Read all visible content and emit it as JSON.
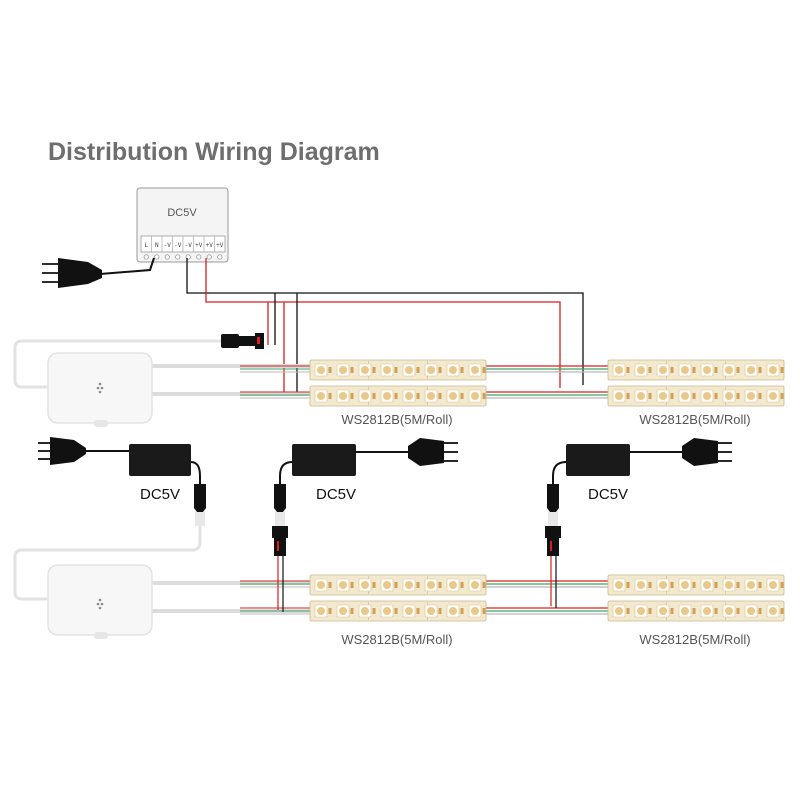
{
  "title": "Distribution Wiring Diagram",
  "power_supply": {
    "label": "DC5V",
    "terminals": [
      "L",
      "N",
      "-V",
      "-V",
      "-V",
      "+V",
      "+V",
      "+V"
    ]
  },
  "adapters": [
    {
      "label": "DC5V"
    },
    {
      "label": "DC5V"
    },
    {
      "label": "DC5V"
    }
  ],
  "strips": [
    {
      "label": "WS2812B(5M/Roll)"
    },
    {
      "label": "WS2812B(5M/Roll)"
    },
    {
      "label": "WS2812B(5M/Roll)"
    },
    {
      "label": "WS2812B(5M/Roll)"
    }
  ],
  "colors": {
    "title": "#6e6e6e",
    "wire_red": "#d62020",
    "wire_black": "#111111",
    "wire_green": "#3aa66a",
    "strip_body": "#f3e9cf",
    "led": "#e9c98a",
    "adapter": "#1a1a1a"
  },
  "icons": [
    "plug-icon",
    "adapter-icon",
    "controller-icon",
    "dc-jack-icon",
    "led-strip-icon"
  ]
}
